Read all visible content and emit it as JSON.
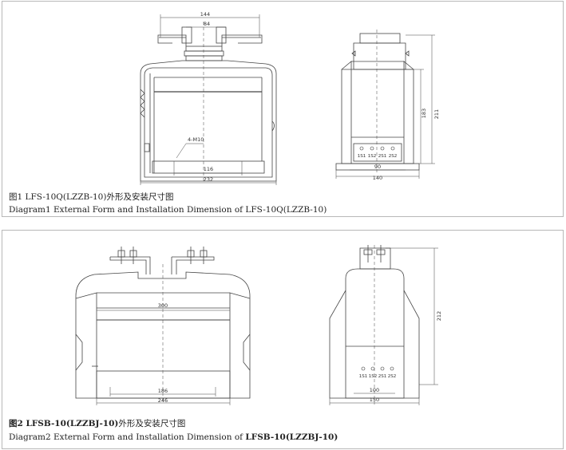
{
  "figure1": {
    "caption_cn": "图1 LFS-10Q(LZZB-10)外形及安装尺寸图",
    "caption_en": "Diagram1  External Form and Installation Dimension of LFS-10Q(LZZB-10)",
    "front_dims": {
      "top_outer": "144",
      "top_inner": "84",
      "bolt_label": "4-M10",
      "base_inner": "116",
      "overall_width": "232"
    },
    "side_dims": {
      "height_inner": "183",
      "height_overall": "211",
      "base_inner": "90",
      "overall_width": "140"
    },
    "terminals": [
      "1S1",
      "1S2",
      "2S1",
      "2S2"
    ]
  },
  "figure2": {
    "caption_cn_bold": "图2 LFSB-10(LZZBJ-10)",
    "caption_cn_rest": "外形及安装尺寸图",
    "caption_en_rest": "Diagram2  External Form and Installation Dimension of ",
    "caption_en_bold": "LFSB-10(LZZBJ-10)",
    "front_dims": {
      "body_width": "300",
      "base_inner": "186",
      "overall_width": "246"
    },
    "side_dims": {
      "height_overall": "212",
      "base_inner": "100",
      "overall_width": "150"
    },
    "terminals": [
      "1S1",
      "1S2",
      "2S1",
      "2S2"
    ]
  }
}
